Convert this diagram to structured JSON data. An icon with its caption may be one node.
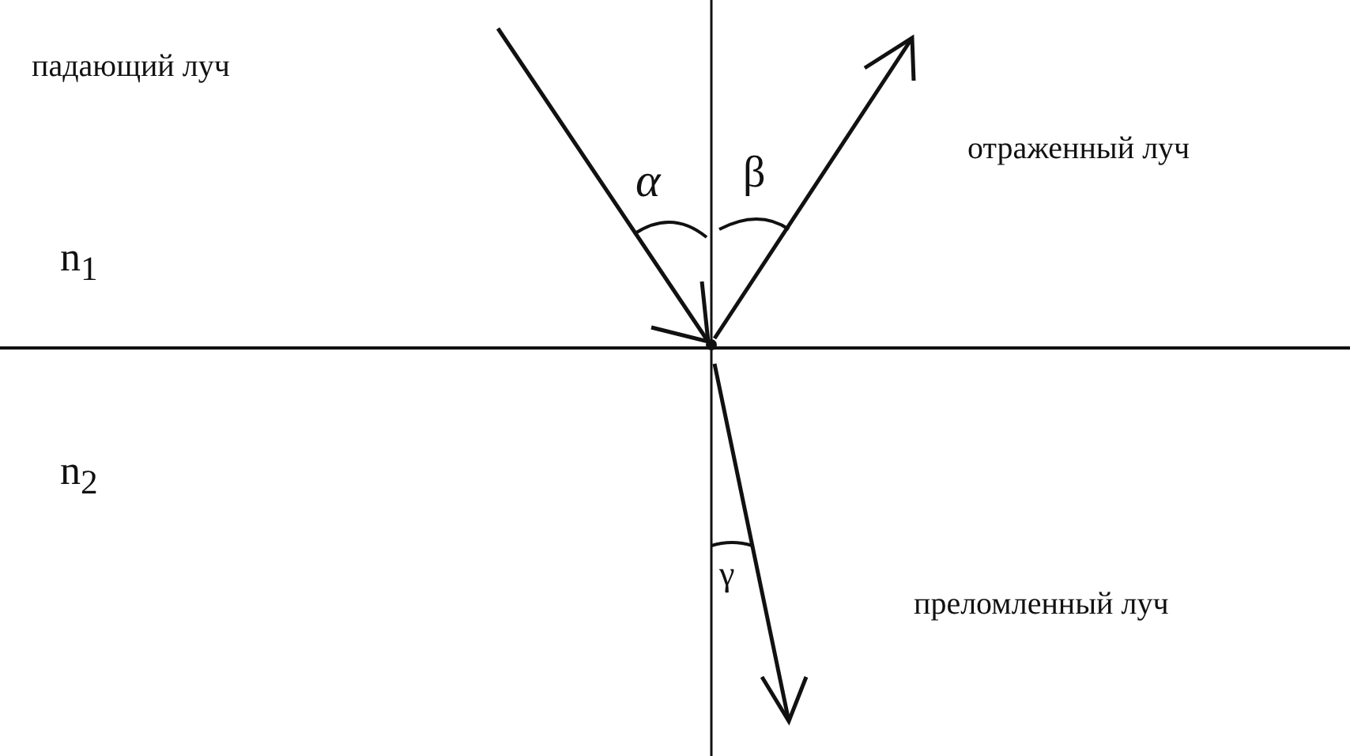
{
  "diagram": {
    "labels": [
      "падающий луч",
      "отраженный луч",
      "α",
      "β",
      "n$_{1}$",
      "n$_{2}$",
      "γ",
      "преломленный луч"
    ]
  }
}
